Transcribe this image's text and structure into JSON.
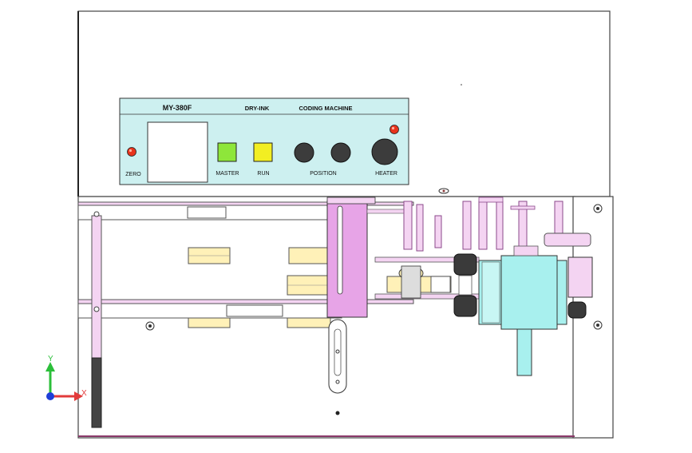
{
  "panel": {
    "model": "MY-380F",
    "ink_type": "DRY-INK",
    "machine_name": "CODING MACHINE",
    "zero_label": "ZERO",
    "master_label": "MASTER",
    "run_label": "RUN",
    "position_label": "POSITION",
    "heater_label": "HEATER",
    "colors": {
      "panel_bg": "#cdf0f0",
      "master_button": "#8ee63a",
      "run_button": "#f2ee22",
      "indicator": "#e8341c",
      "knob": "#3c3c3c"
    }
  },
  "axes": {
    "y_label": "Y",
    "x_label": "X",
    "colors": {
      "y": "#2bbf3a",
      "x": "#e23b3b",
      "z": "#1f3fd8"
    }
  },
  "parts": {
    "colors": {
      "motor": "#a8f0ee",
      "pink": "#f4d4f2",
      "magenta_block": "#e7a4e7",
      "tan": "#fff1b8",
      "roller": "#3a3a3a"
    }
  }
}
